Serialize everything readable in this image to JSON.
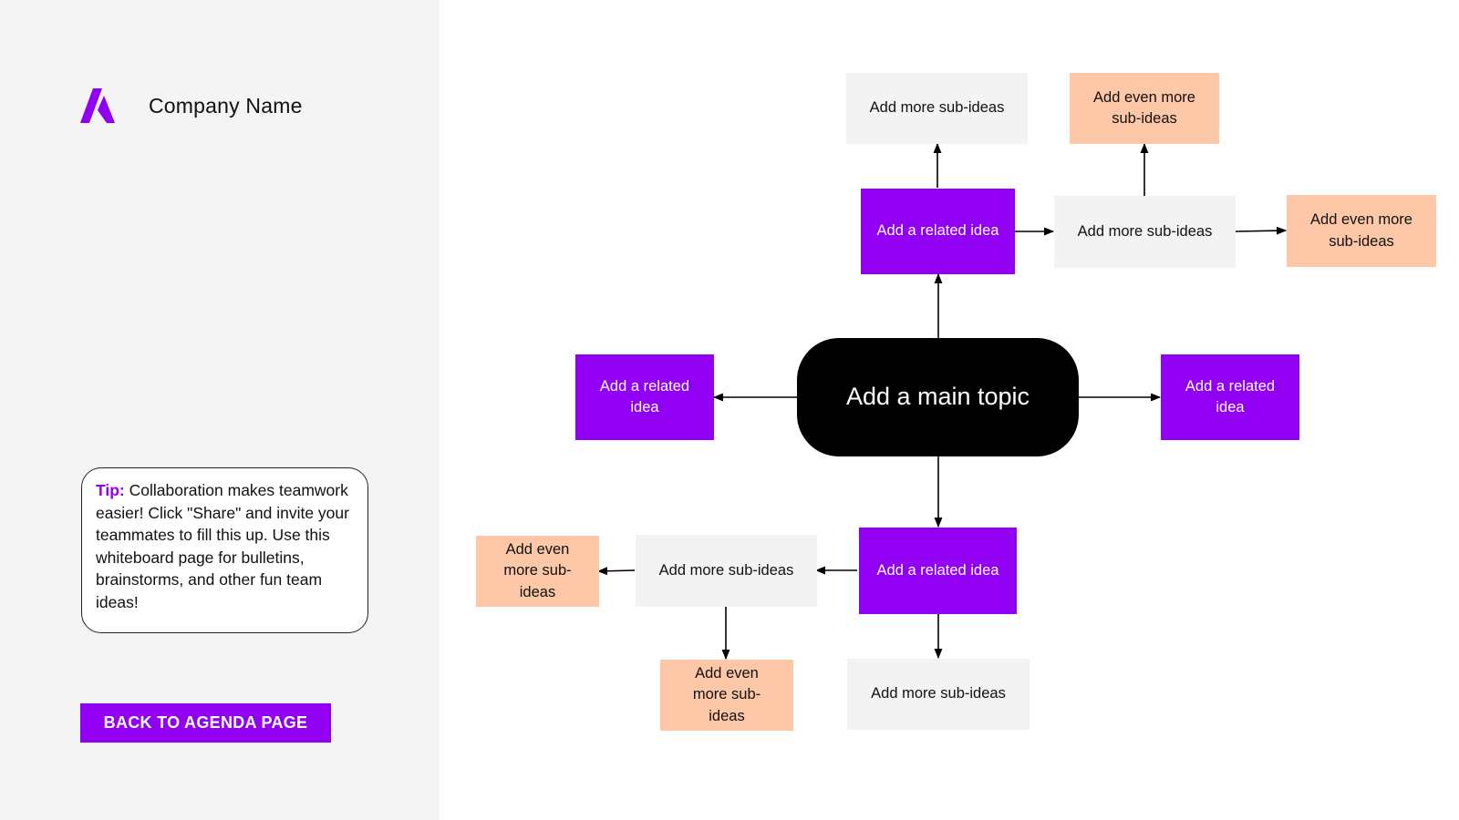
{
  "company": {
    "name": "Company Name"
  },
  "tip": {
    "label": "Tip:",
    "text": " Collaboration makes teamwork easier! Click \"Share\" and invite your teammates to fill this up. Use this whiteboard page for bulletins, brainstorms, and other fun team ideas!"
  },
  "back_button": {
    "label": "BACK TO AGENDA PAGE"
  },
  "colors": {
    "accent": "#9100f2",
    "main_topic": "#000000",
    "sub_idea": "#f3f3f3",
    "even_more": "#fec8a8",
    "sidebar": "#f4f4f4"
  },
  "mind_map": {
    "main_topic": "Add a main topic",
    "related_top": "Add a related idea",
    "related_left": "Add a related idea",
    "related_right": "Add a related idea",
    "related_bottom": "Add a related idea",
    "sub_top_above": "Add more sub-ideas",
    "sub_top_right": "Add more sub-ideas",
    "even_top_above": "Add even more sub-ideas",
    "even_top_right": "Add even more sub-ideas",
    "sub_bottom_left": "Add more sub-ideas",
    "sub_bottom_below": "Add more sub-ideas",
    "even_bottom_left": "Add even more sub-ideas",
    "even_bottom_below": "Add even more sub-ideas"
  }
}
